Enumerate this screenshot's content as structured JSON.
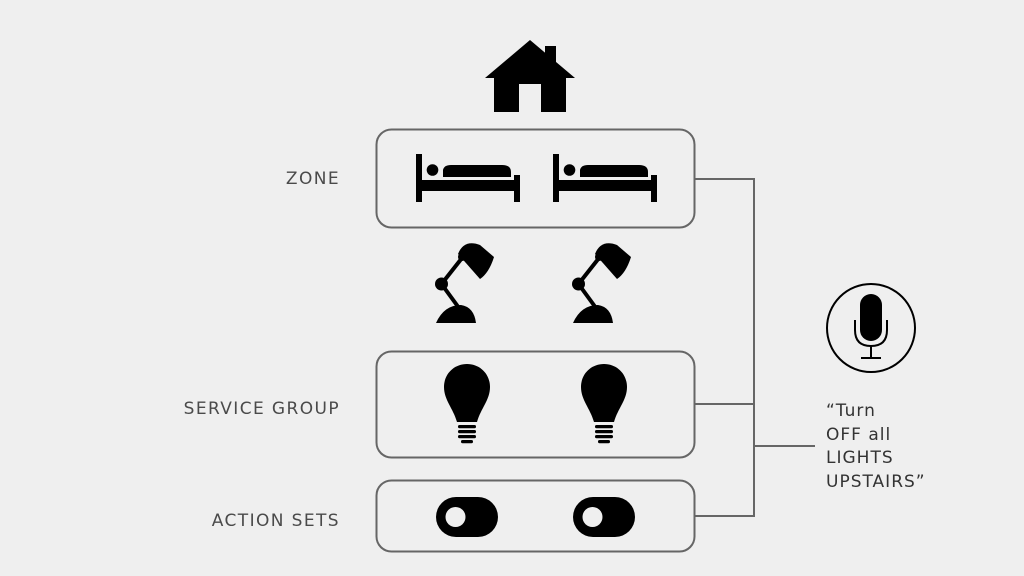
{
  "diagram": {
    "labels": {
      "zone": "ZONE",
      "service_group": "SERVICE GROUP",
      "action_sets": "ACTION SETS"
    },
    "voice_command": {
      "line1": "“Turn",
      "line2": "OFF all",
      "line3": "LIGHTS",
      "line4": "UPSTAIRS”"
    },
    "icons": {
      "top": "house-icon",
      "zone": [
        "bed-icon",
        "bed-icon"
      ],
      "middle": [
        "desk-lamp-icon",
        "desk-lamp-icon"
      ],
      "service_group": [
        "light-bulb-icon",
        "light-bulb-icon"
      ],
      "action_sets": [
        "toggle-switch-icon",
        "toggle-switch-icon"
      ],
      "voice": "microphone-icon"
    },
    "colors": {
      "background": "#efefef",
      "icon": "#000000",
      "box_border": "#666666",
      "connector": "#666666",
      "label_text": "#4a4a4a"
    }
  }
}
